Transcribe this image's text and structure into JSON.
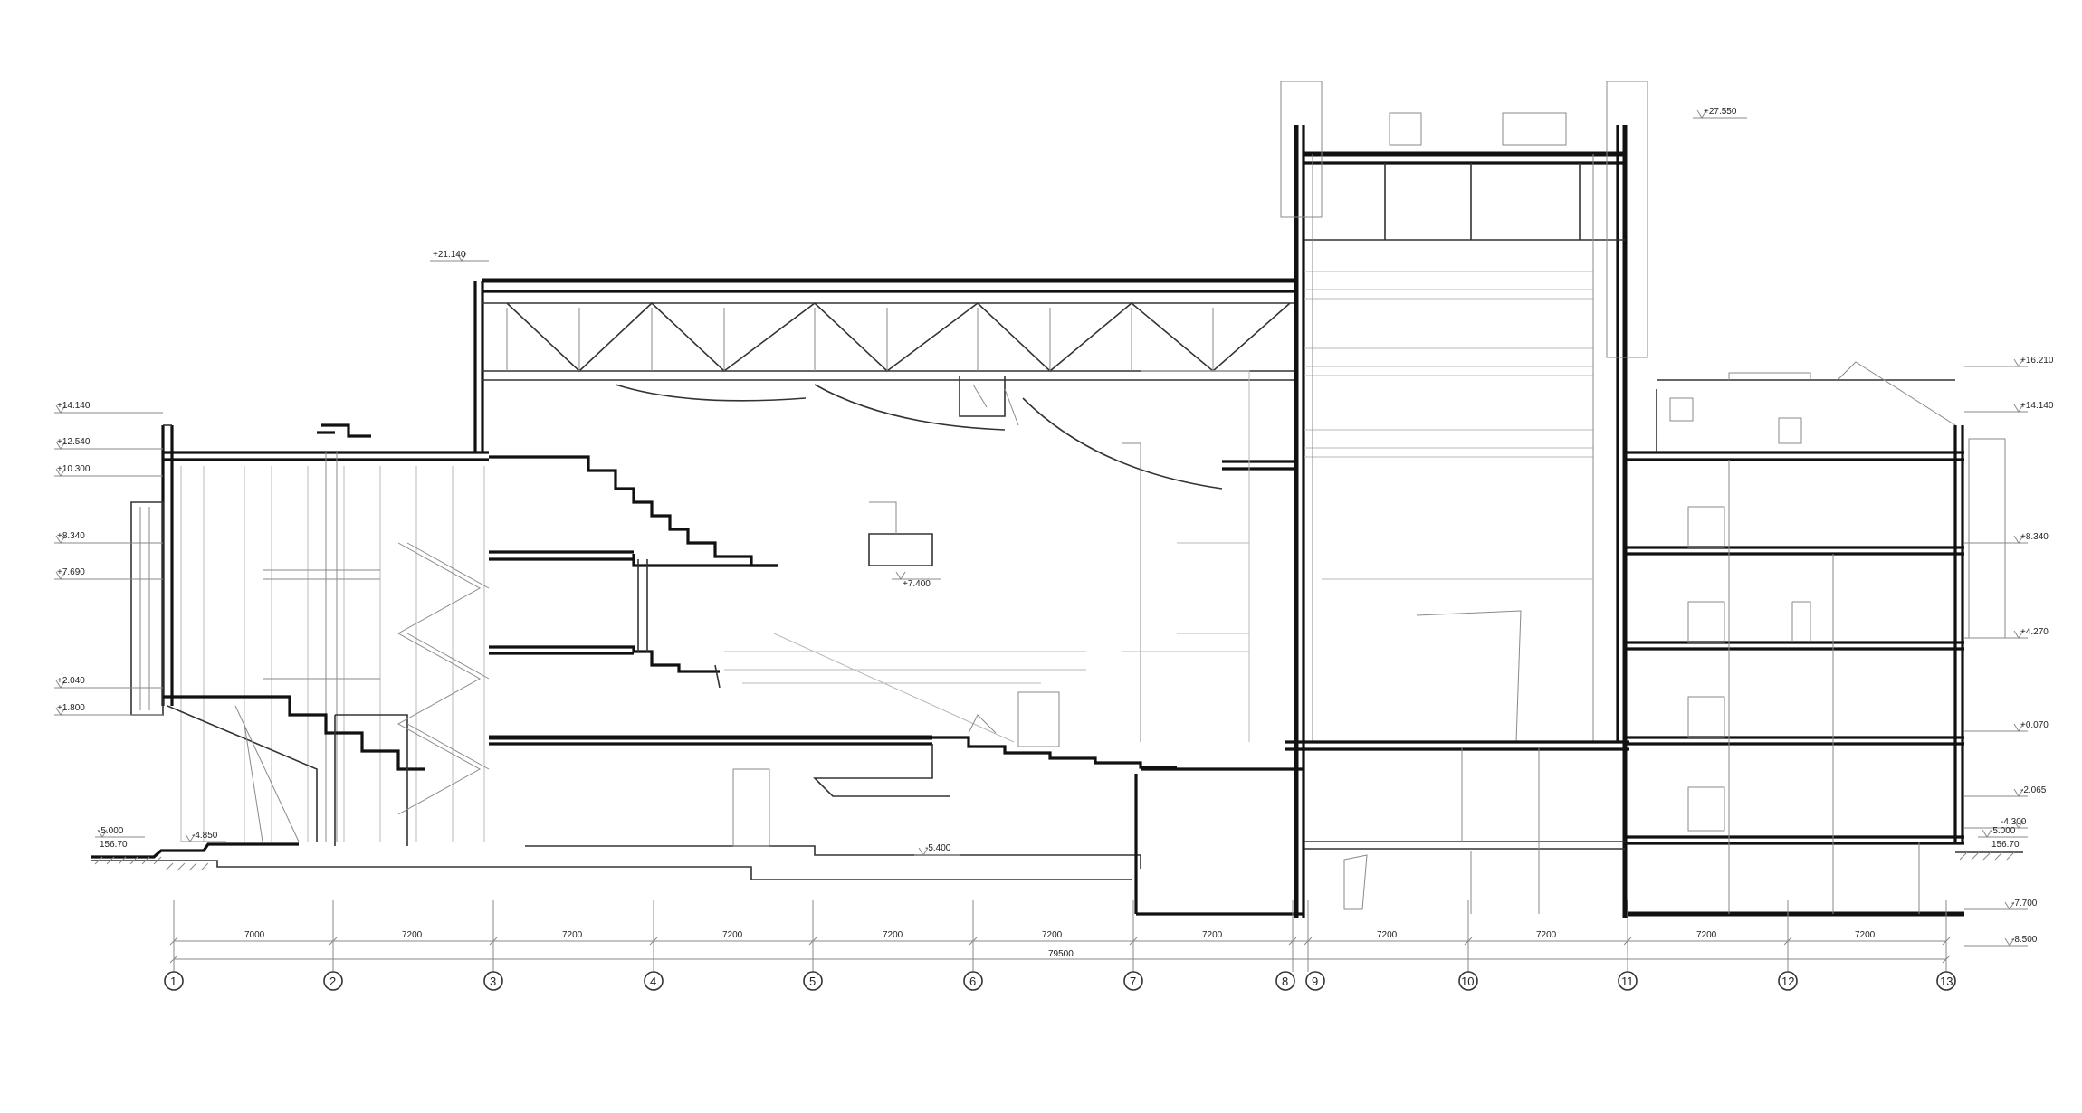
{
  "levels_left": [
    "+14.140",
    "+12.540",
    "+10.300",
    "+8.340",
    "+7.690",
    "+2.040",
    "+1.800"
  ],
  "levels_right": [
    "+16.210",
    "+14.140",
    "+8.340",
    "+4.270",
    "+0.070",
    "-2.065",
    "-4.300"
  ],
  "roof_marks": {
    "top": "+27.550",
    "truss": "+21.140"
  },
  "interior_marks": {
    "balcony": "+7.400",
    "stalls": "-5.400",
    "entry_left": "-4.850"
  },
  "ground_left": {
    "level": "-5.000",
    "abs": "156.70"
  },
  "ground_right": {
    "level": "-5.000",
    "abs": "156.70"
  },
  "foundation_marks": [
    "-7.700",
    "-8.500"
  ],
  "spans": [
    "7000",
    "7200",
    "7200",
    "7200",
    "7200",
    "7200",
    "7200",
    "7200",
    "7200",
    "7200",
    "7200"
  ],
  "total_span": "79500",
  "axes": [
    "1",
    "2",
    "3",
    "4",
    "5",
    "6",
    "7",
    "8",
    "9",
    "10",
    "11",
    "12",
    "13"
  ]
}
